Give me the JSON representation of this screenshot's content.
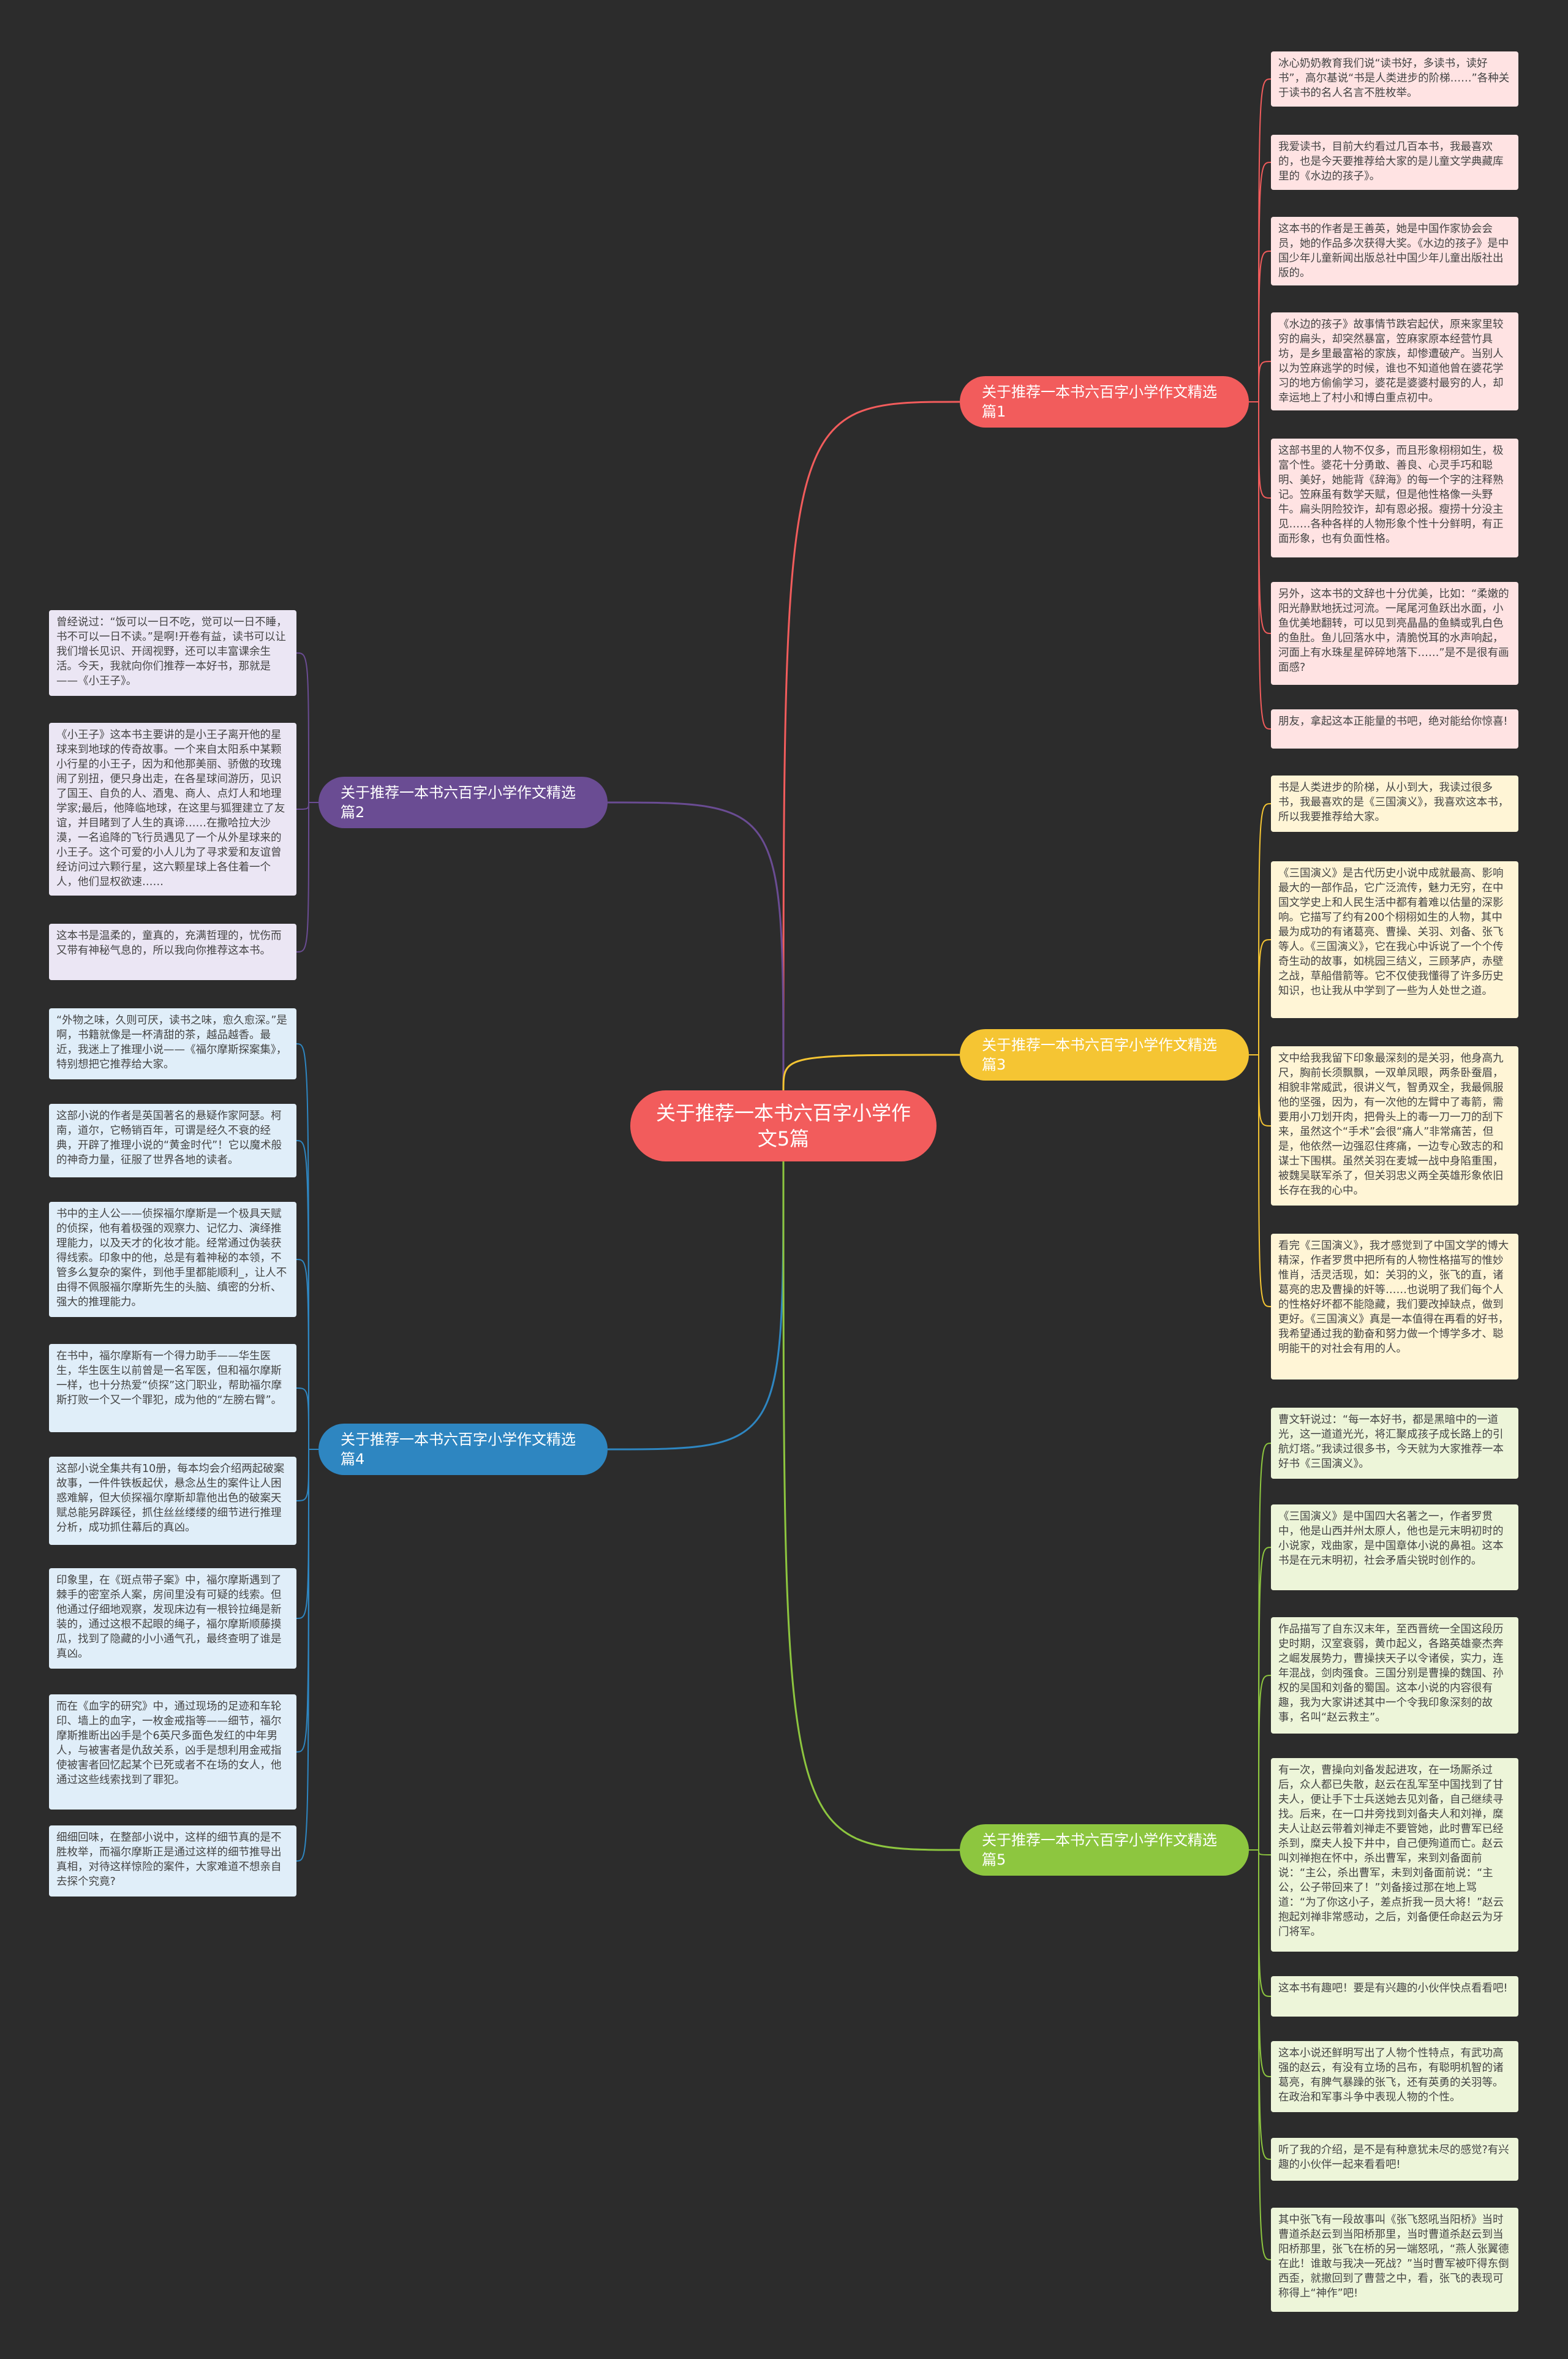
{
  "root": {
    "title": "关于推荐一本书六百字小学作文5篇"
  },
  "colors": {
    "background": "#2c2c2c",
    "root": "#f25c5c",
    "branch1": "#f25c5c",
    "branch2": "#6a4c93",
    "branch3": "#f5c533",
    "branch4": "#2e86c1",
    "branch5": "#8dc63f"
  },
  "branches": [
    {
      "title": "关于推荐一本书六百字小学作文精选篇1",
      "leaves": [
        "冰心奶奶教育我们说“读书好，多读书，读好书”，高尔基说“书是人类进步的阶梯……”各种关于读书的名人名言不胜枚举。",
        "我爱读书，目前大约看过几百本书，我最喜欢的，也是今天要推荐给大家的是儿童文学典藏库里的《水边的孩子》。",
        "这本书的作者是王善英，她是中国作家协会会员，她的作品多次获得大奖。《水边的孩子》是中国少年儿童新闻出版总社中国少年儿童出版社出版的。",
        "《水边的孩子》故事情节跌宕起伏，原来家里较穷的扁头，却突然暴富，笠麻家原本经营竹具坊，是乡里最富裕的家族，却惨遭破产。当别人以为笠麻逃学的时候，谁也不知道他曾在婆花学习的地方偷偷学习，婆花是婆婆村最穷的人，却幸运地上了村小和博白重点初中。",
        "这部书里的人物不仅多，而且形象栩栩如生，极富个性。婆花十分勇敢、善良、心灵手巧和聪明、美好，她能背《辞海》的每一个字的注释熟记。笠麻虽有数学天赋，但是他性格像一头野牛。扁头阴险狡诈，却有恩必报。瘦捞十分没主见……各种各样的人物形象个性十分鲜明，有正面形象，也有负面性格。",
        "另外，这本书的文辞也十分优美，比如：“柔嫩的阳光静默地抚过河流。一尾尾河鱼跃出水面，小鱼优美地翻转，可以见到亮晶晶的鱼鳞或乳白色的鱼肚。鱼儿回落水中，清脆悦耳的水声响起，河面上有水珠星星碎碎地落下……”是不是很有画面感?",
        "朋友，拿起这本正能量的书吧，绝对能给你惊喜!"
      ]
    },
    {
      "title": "关于推荐一本书六百字小学作文精选篇2",
      "leaves": [
        "曾经说过：“饭可以一日不吃，觉可以一日不睡，书不可以一日不读。”是啊!开卷有益，读书可以让我们增长见识、开阔视野，还可以丰富课余生活。今天，我就向你们推荐一本好书，那就是——《小王子》。",
        "《小王子》这本书主要讲的是小王子离开他的星球来到地球的传奇故事。一个来自太阳系中某颗小行星的小王子，因为和他那美丽、骄傲的玫瑰闹了别扭，便只身出走，在各星球间游历，见识了国王、自负的人、酒鬼、商人、点灯人和地理学家;最后，他降临地球，在这里与狐狸建立了友谊，并目睹到了人生的真谛……在撒哈拉大沙漠，一名追降的飞行员遇见了一个从外星球来的小王子。这个可爱的小人儿为了寻求爱和友谊曾经访问过六颗行星，这六颗星球上各住着一个人，他们显权欲速……",
        "这本书是温柔的，童真的，充满哲理的，忧伤而又带有神秘气息的，所以我向你推荐这本书。"
      ]
    },
    {
      "title": "关于推荐一本书六百字小学作文精选篇3",
      "leaves": [
        "书是人类进步的阶梯，从小到大，我读过很多书，我最喜欢的是《三国演义》，我喜欢这本书，所以我要推荐给大家。",
        "《三国演义》是古代历史小说中成就最高、影响最大的一部作品，它广泛流传，魅力无穷，在中国文学史上和人民生活中都有着难以估量的深影响。它描写了约有200个栩栩如生的人物，其中最为成功的有诸葛亮、曹操、关羽、刘备、张飞等人。《三国演义》，它在我心中诉说了一个个传奇生动的故事，如桃园三结义，三顾茅庐，赤壁之战，草船借箭等。它不仅使我懂得了许多历史知识，也让我从中学到了一些为人处世之道。",
        "文中给我我留下印象最深刻的是关羽，他身高九尺，胸前长须飘飘，一双单凤眼，两条卧蚕眉，相貌非常威武，很讲义气，智勇双全，我最佩服他的坚强，因为，有一次他的左臂中了毒箭，需要用小刀划开肉，把骨头上的毒一刀一刀的刮下来，虽然这个“手术”会很“痛人”非常痛苦，但是，他依然一边强忍住疼痛，一边专心致志的和谋士下围棋。虽然关羽在麦城一战中身陷重围，被魏吴联军杀了，但关羽忠义两全英雄形象依旧长存在我的心中。",
        "看完《三国演义》，我才感觉到了中国文学的博大精深，作者罗贯中把所有的人物性格描写的惟妙惟肖，活灵活现，如：关羽的义，张飞的直，诸葛亮的忠及曹操的奸等……也说明了我们每个人的性格好坏都不能隐藏，我们要改掉缺点，做到更好。《三国演义》真是一本值得在再看的好书，我希望通过我的勤奋和努力做一个博学多才、聪明能干的对社会有用的人。"
      ]
    },
    {
      "title": "关于推荐一本书六百字小学作文精选篇4",
      "leaves": [
        "“外物之味，久则可厌，读书之味，愈久愈深。”是啊，书籍就像是一杯清甜的茶，越品越香。最近，我迷上了推理小说——《福尔摩斯探案集》，特别想把它推荐给大家。",
        "这部小说的作者是英国著名的悬疑作家阿瑟。柯南，道尔，它畅销百年，可谓是经久不衰的经典，开辟了推理小说的“黄金时代”！它以魔术般的神奇力量，征服了世界各地的读者。",
        "书中的主人公——侦探福尔摩斯是一个极具天赋的侦探，他有着极强的观察力、记忆力、演绎推理能力，以及天才的化妆才能。经常通过伪装获得线索。印象中的他，总是有着神秘的本领，不管多么复杂的案件，到他手里都能顺利_，让人不由得不佩服福尔摩斯先生的头脑、缜密的分析、强大的推理能力。",
        "在书中，福尔摩斯有一个得力助手——华生医生，华生医生以前曾是一名军医，但和福尔摩斯一样，也十分热爱“侦探”这门职业，帮助福尔摩斯打败一个又一个罪犯，成为他的“左膀右臂”。",
        "这部小说全集共有10册，每本均会介绍两起破案故事，一件件铁板起伏，悬念丛生的案件让人困惑难解，但大侦探福尔摩斯却靠他出色的破案天赋总能另辟蹊径，抓住丝丝缕缕的细节进行推理分析，成功抓住幕后的真凶。",
        "印象里，在《斑点带子案》中，福尔摩斯遇到了棘手的密室杀人案，房间里没有可疑的线索。但他通过仔细地观察，发现床边有一根铃拉绳是新装的，通过这根不起眼的绳子，福尔摩斯顺藤摸瓜，找到了隐藏的小小通气孔，最终查明了谁是真凶。",
        "而在《血字的研究》中，通过现场的足迹和车轮印、墙上的血字，一枚金戒指等——细节，福尔摩斯推断出凶手是个6英尺多面色发红的中年男人，与被害者是仇敌关系，凶手是想利用金戒指使被害者回忆起某个已死或者不在场的女人，他通过这些线索找到了罪犯。",
        "细细回味，在整部小说中，这样的细节真的是不胜枚举，而福尔摩斯正是通过这样的细节推导出真相，对待这样惊险的案件，大家难道不想亲自去探个究竟?"
      ]
    },
    {
      "title": "关于推荐一本书六百字小学作文精选篇5",
      "leaves": [
        "曹文轩说过：“每一本好书，都是黑暗中的一道光，这一道道光光，将汇聚成孩子成长路上的引航灯塔。”我读过很多书，今天就为大家推荐一本好书《三国演义》。",
        "《三国演义》是中国四大名著之一，作者罗贯中，他是山西并州太原人，他也是元末明初时的小说家，戏曲家，是中国章体小说的鼻祖。这本书是在元末明初，社会矛盾尖锐时创作的。",
        "作品描写了自东汉末年，至西晋统一全国这段历史时期，汉室衰弱，黄巾起义，各路英雄豪杰奔之崛发展势力，曹操挟天子以令诸侯，实力，连年混战，剑肉强食。三国分别是曹操的魏国、孙权的吴国和刘备的蜀国。这本小说的内容很有趣，我为大家讲述其中一个令我印象深刻的故事，名叫“赵云救主”。",
        "有一次，曹操向刘备发起进攻，在一场厮杀过后，众人都已失散，赵云在乱军至中国找到了甘夫人，便让手下士兵送她去见刘备，自己继续寻找。后来，在一口井旁找到刘备夫人和刘禅，糜夫人让赵云带着刘禅走不要管她，此时曹军已经杀到，糜夫人投下井中，自己便殉道而亡。赵云叫刘禅抱在怀中，杀出曹军，来到刘备面前说：“主公，杀出曹军，未到刘备面前说：“主公，公子带回来了！”刘备接过那在地上骂道：“为了你这小子，差点折我一员大将！”赵云抱起刘禅非常感动，之后，刘备便任命赵云为牙门将军。",
        "这本书有趣吧！要是有兴趣的小伙伴快点看看吧!",
        "这本小说还鲜明写出了人物个性特点，有武功高强的赵云，有没有立场的吕布，有聪明机智的诸葛亮，有脾气暴躁的张飞，还有英勇的关羽等。在政治和军事斗争中表现人物的个性。",
        "听了我的介绍，是不是有种意犹未尽的感觉?有兴趣的小伙伴一起来看看吧!",
        "其中张飞有一段故事叫《张飞怒吼当阳桥》当时曹道杀赵云到当阳桥那里，当时曹道杀赵云到当阳桥那里，张飞在桥的另一端怒吼，“燕人张翼德在此！谁敢与我决一死战？”当时曹军被吓得东倒西歪，就撤回到了曹营之中，看，张飞的表现可称得上“神作”吧!"
      ]
    }
  ]
}
